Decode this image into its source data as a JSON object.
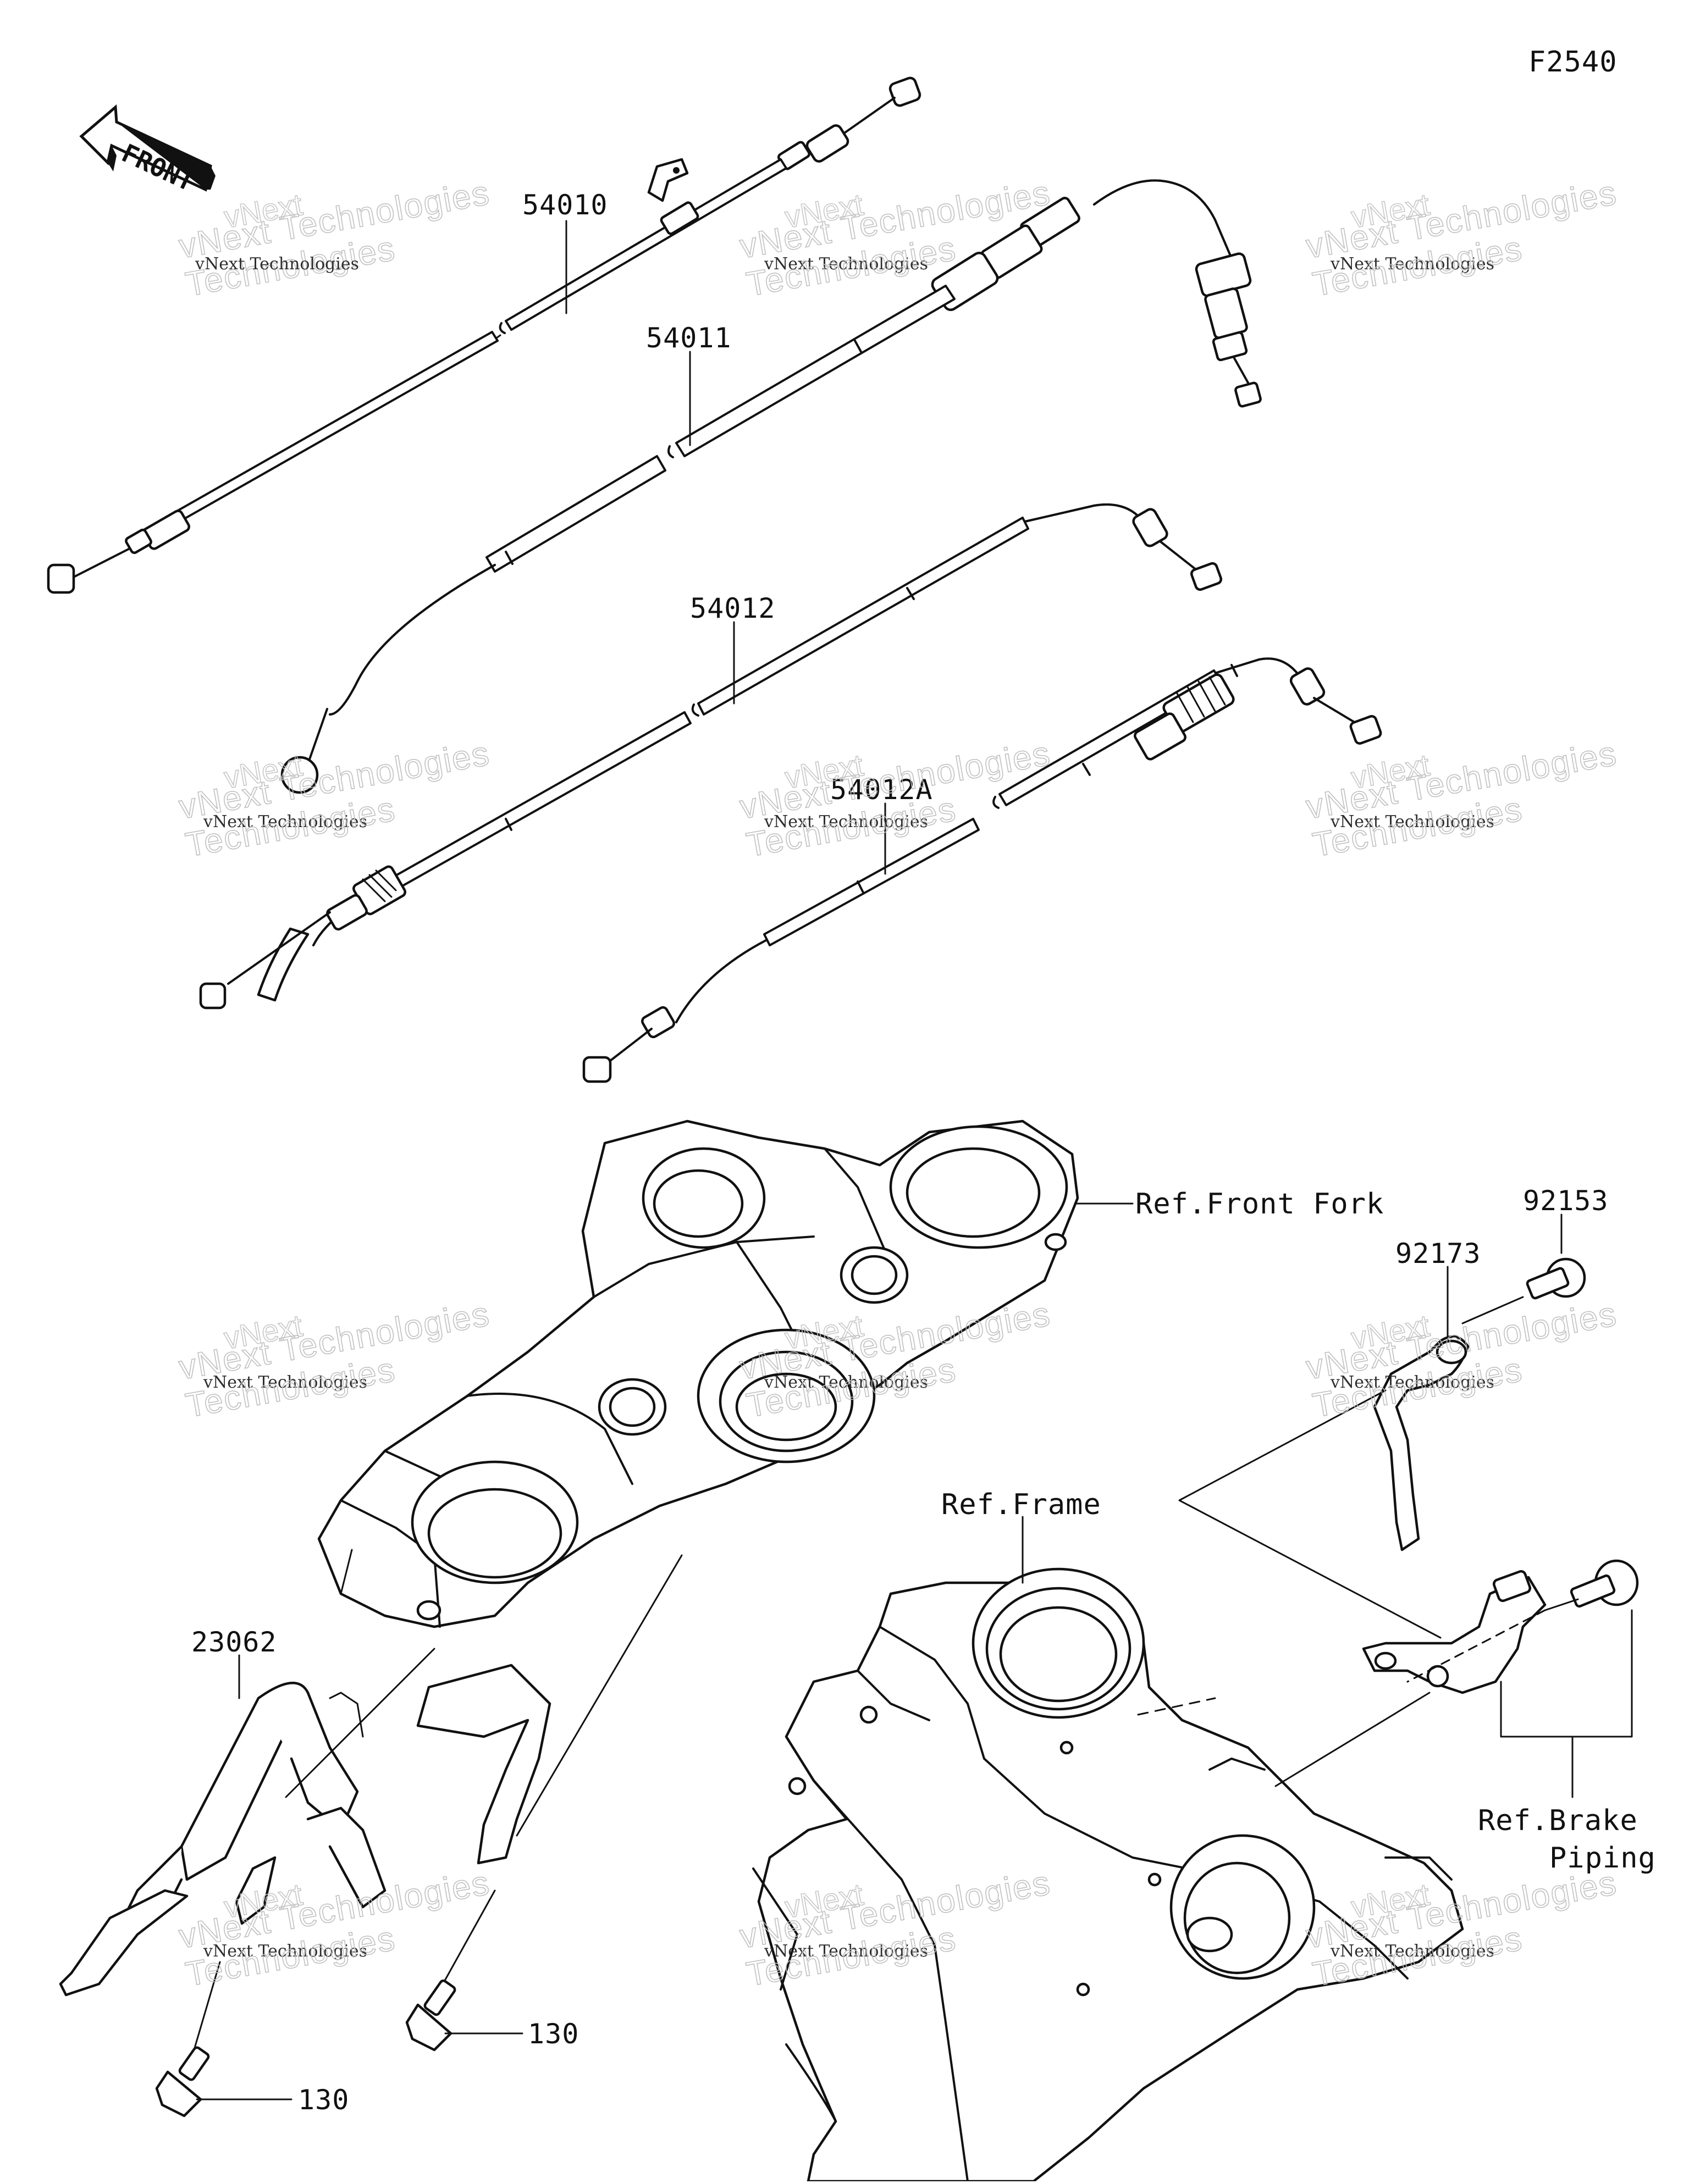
{
  "figure_id": "F2540",
  "front_arrow_label": "FRONT",
  "watermark": {
    "line1": "vNext Technologies",
    "line2": "Technologies",
    "small": "vNext"
  },
  "callouts": {
    "cable_54010": "54010",
    "cable_54011": "54011",
    "cable_54012": "54012",
    "cable_54012a": "54012A",
    "ref_front_fork": "Ref.Front Fork",
    "bolt_92153": "92153",
    "clamp_92173": "92173",
    "ref_frame": "Ref.Frame",
    "guide_23062": "23062",
    "ref_brake_piping_1": "Ref.Brake",
    "ref_brake_piping_2": "Piping",
    "bolt_130_right": "130",
    "bolt_130_left": "130"
  }
}
